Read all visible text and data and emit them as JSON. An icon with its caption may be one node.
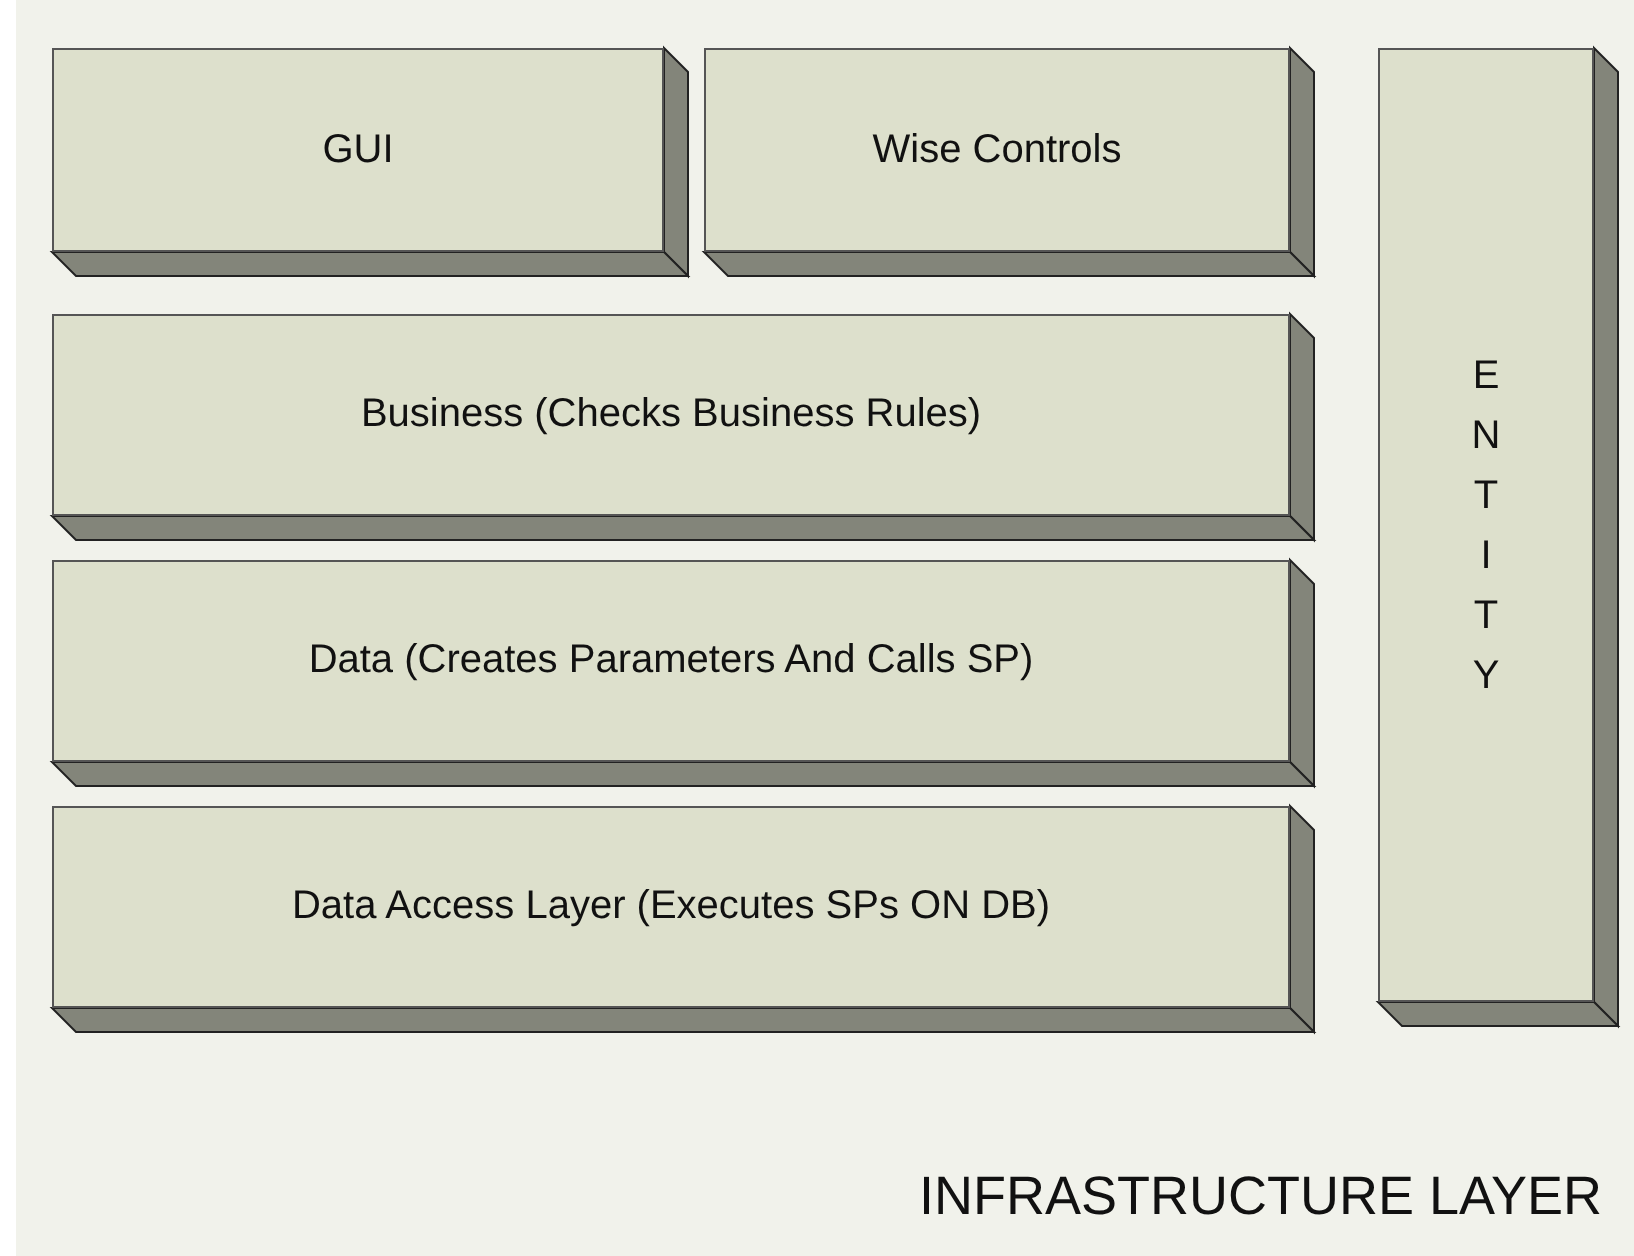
{
  "diagram": {
    "nodes": [
      {
        "text": [
          "INFRASTRUCTURE LAYER"
        ]
      },
      {
        "text": [
          "GUI"
        ],
        "in": 0
      },
      {
        "text": [
          "Wise Controls"
        ],
        "in": 0
      },
      {
        "text": [
          "Business (Checks Business Rules)"
        ],
        "in": 0
      },
      {
        "text": [
          "Data (Creates Parameters And Calls SP)"
        ],
        "in": 0
      },
      {
        "text": [
          "Data Access Layer (Executes SPs ON DB)"
        ],
        "in": 0
      },
      {
        "text": [
          "ENTITY"
        ],
        "in": 0
      }
    ]
  }
}
